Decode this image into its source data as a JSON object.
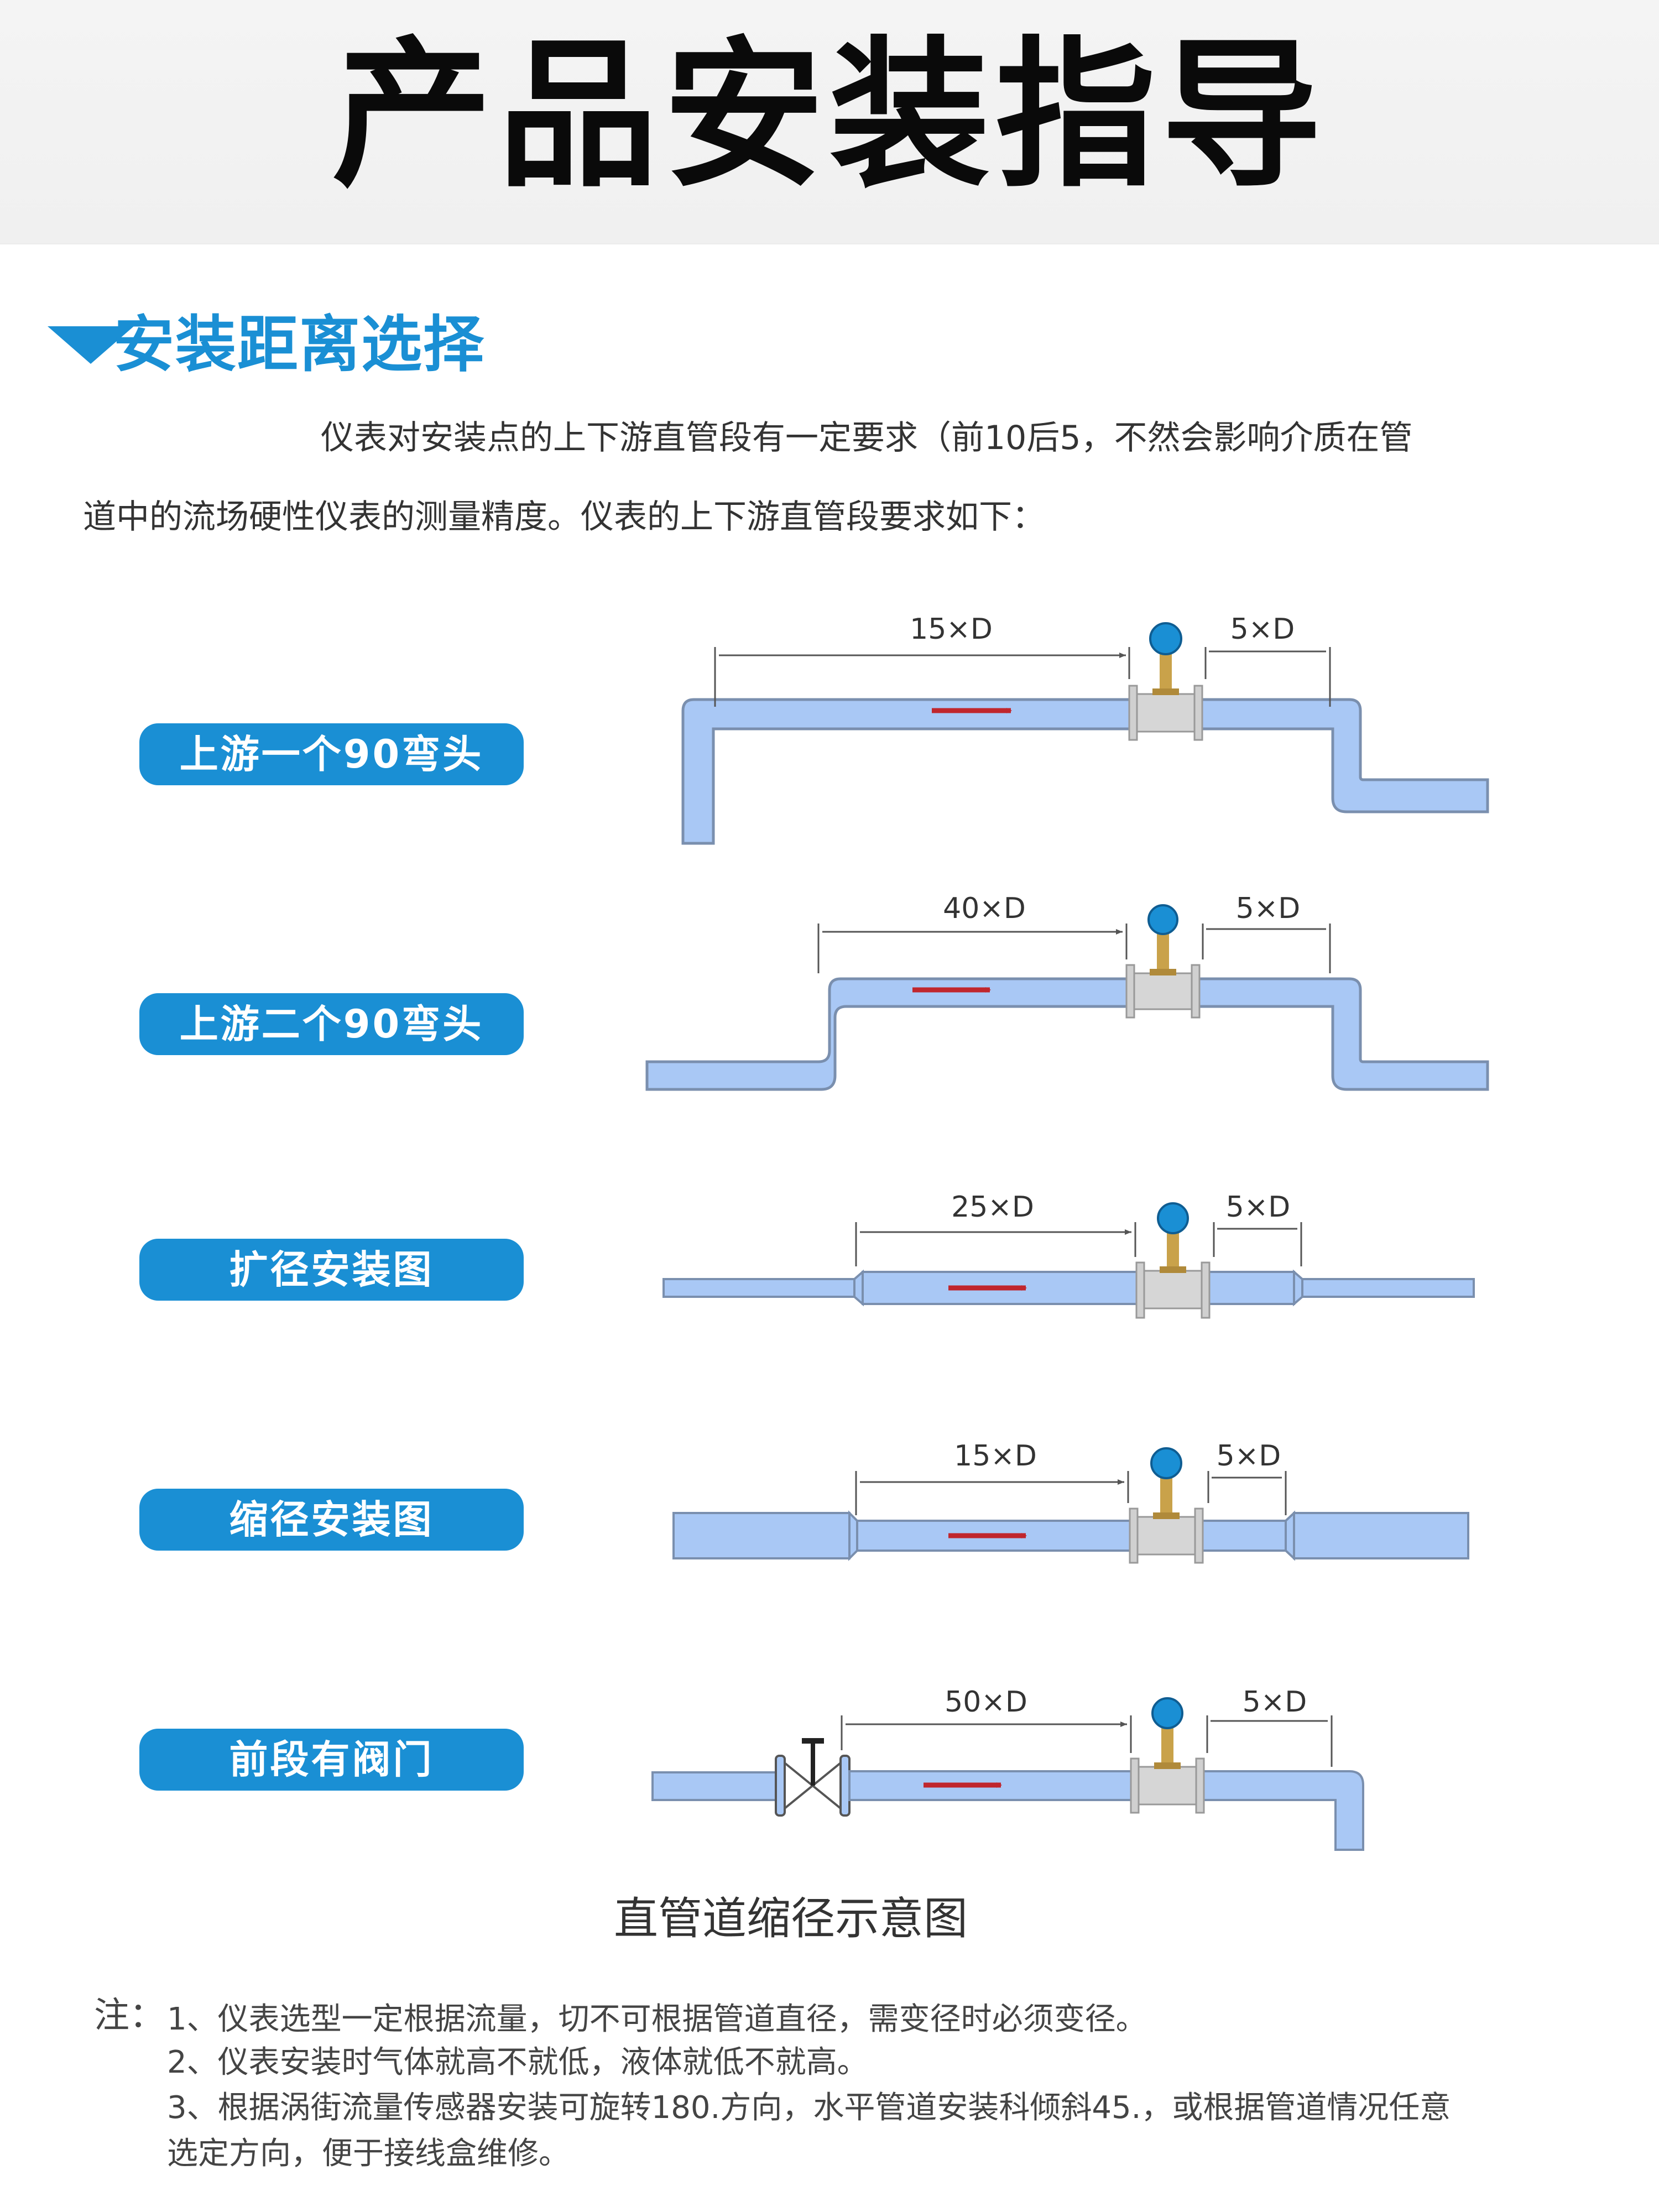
{
  "header": {
    "title": "产品安装指导"
  },
  "section": {
    "title": "安装距离选择"
  },
  "intro": {
    "line1": "仪表对安装点的上下游直管段有一定要求（前10后5，不然会影响介质在管",
    "line2": "道中的流场硬性仪表的测量精度。仪表的上下游直管段要求如下："
  },
  "cases": [
    {
      "label": "上游一个90弯头",
      "upstream": "15×D",
      "downstream": "5×D"
    },
    {
      "label": "上游二个90弯头",
      "upstream": "40×D",
      "downstream": "5×D"
    },
    {
      "label": "扩径安装图",
      "upstream": "25×D",
      "downstream": "5×D"
    },
    {
      "label": "缩径安装图",
      "upstream": "15×D",
      "downstream": "5×D"
    },
    {
      "label": "前段有阀门",
      "upstream": "50×D",
      "downstream": "5×D"
    }
  ],
  "caption": "直管道缩径示意图",
  "notes": {
    "head": "注：",
    "items": [
      "1、仪表选型一定根据流量，切不可根据管道直径，需变径时必须变径。",
      "2、仪表安装时气体就高不就低，液体就低不就高。",
      "3、根据涡街流量传感器安装可旋转180.方向，水平管道安装科倾斜45.，或根据管道情况任意",
      "选定方向，便于接线盒维修。"
    ]
  },
  "colors": {
    "accent": "#1a8fd4",
    "pipe_fill": "#a9c8f5",
    "pipe_stroke": "#7a8fae",
    "flow_arrow": "#c0262d",
    "meter_body": "#d0d0d0",
    "meter_stem": "#c9a24a",
    "meter_head": "#1a8fd4"
  }
}
